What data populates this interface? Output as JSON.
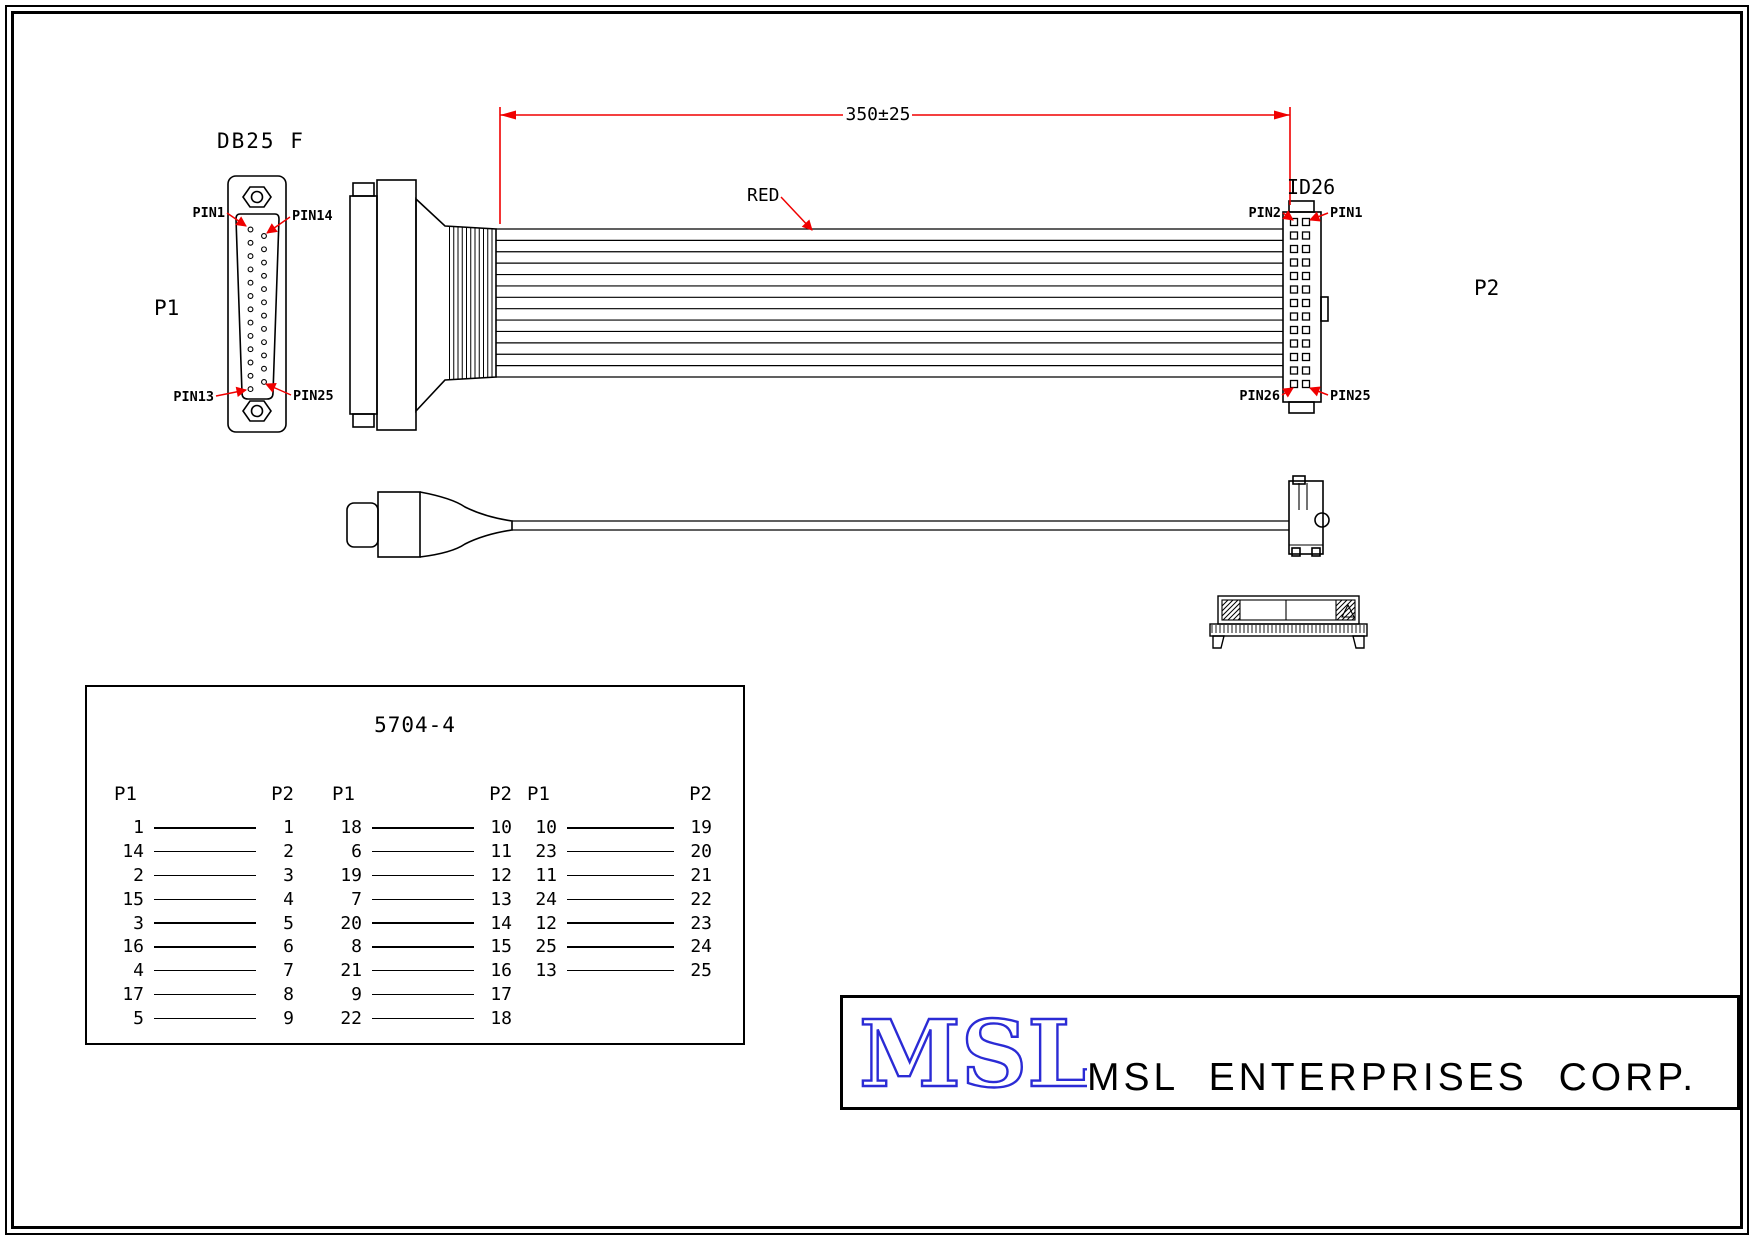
{
  "views": {
    "db25": {
      "type_label": "DB25 F",
      "designator": "P1",
      "pin_callouts": {
        "top_left": "PIN1",
        "top_right": "PIN14",
        "bottom_left": "PIN13",
        "bottom_right": "PIN25"
      }
    },
    "id26": {
      "type_label": "ID26",
      "designator": "P2",
      "pin_callouts": {
        "top_left": "PIN2",
        "top_right": "PIN1",
        "bottom_left": "PIN26",
        "bottom_right": "PIN25"
      }
    },
    "cable": {
      "color_callout": "RED",
      "length_dimension": "350±25"
    }
  },
  "wiring_table": {
    "title": "5704-4",
    "header_left": "P1",
    "header_right": "P2",
    "groups": [
      {
        "rows": [
          [
            "1",
            "1"
          ],
          [
            "14",
            "2"
          ],
          [
            "2",
            "3"
          ],
          [
            "15",
            "4"
          ],
          [
            "3",
            "5"
          ],
          [
            "16",
            "6"
          ],
          [
            "4",
            "7"
          ],
          [
            "17",
            "8"
          ],
          [
            "5",
            "9"
          ]
        ]
      },
      {
        "rows": [
          [
            "18",
            "10"
          ],
          [
            "6",
            "11"
          ],
          [
            "19",
            "12"
          ],
          [
            "7",
            "13"
          ],
          [
            "20",
            "14"
          ],
          [
            "8",
            "15"
          ],
          [
            "21",
            "16"
          ],
          [
            "9",
            "17"
          ],
          [
            "22",
            "18"
          ]
        ]
      },
      {
        "rows": [
          [
            "10",
            "19"
          ],
          [
            "23",
            "20"
          ],
          [
            "11",
            "21"
          ],
          [
            "24",
            "22"
          ],
          [
            "12",
            "23"
          ],
          [
            "25",
            "24"
          ],
          [
            "13",
            "25"
          ]
        ]
      }
    ]
  },
  "title_block": {
    "logo_text": "MSL",
    "company_name": "MSL ENTERPRISES CORP."
  },
  "colors": {
    "annotation_red": "#f00000",
    "logo_blue": "#2b2bd5",
    "line_black": "#000000"
  }
}
